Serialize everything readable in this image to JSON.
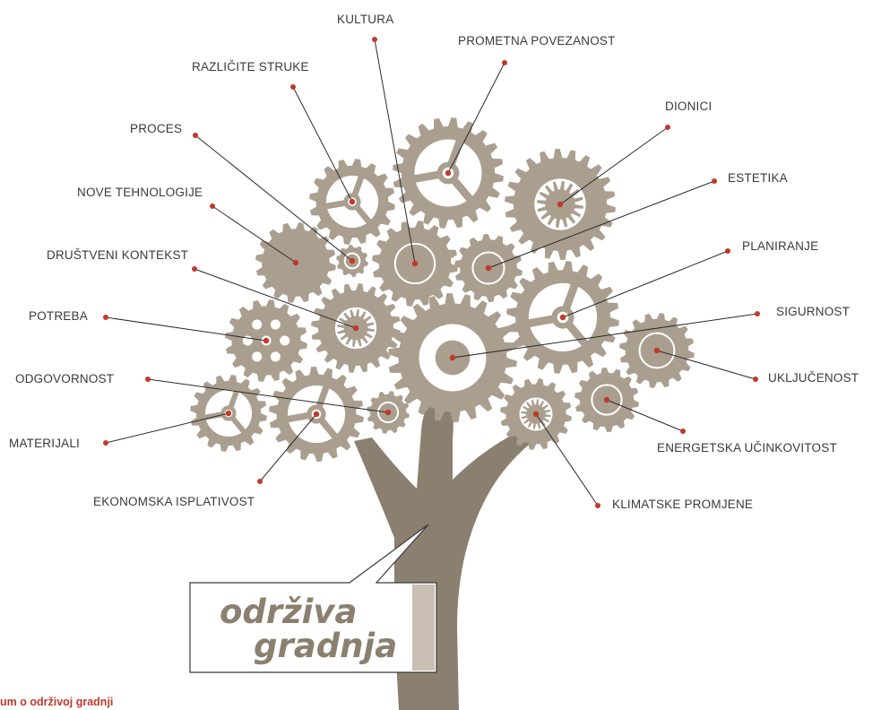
{
  "colors": {
    "gear": "#aa9f8f",
    "gear_light": "#bfb6a9",
    "trunk": "#8b8070",
    "dot": "#c0392b",
    "line": "#2b2b2b",
    "text": "#3a3a3a"
  },
  "labels": {
    "kultura": "KULTURA",
    "prometna_povezanost": "PROMETNA POVEZANOST",
    "razlicite_struke": "RAZLIČITE STRUKE",
    "dionici": "DIONICI",
    "proces": "PROCES",
    "estetika": "ESTETIKA",
    "nove_tehnologije": "NOVE TEHNOLOGIJE",
    "planiranje": "PLANIRANJE",
    "drustveni_kontekst": "DRUŠTVENI KONTEKST",
    "sigurnost": "SIGURNOST",
    "potreba": "POTREBA",
    "ukljucenost": "UKLJUČENOST",
    "odgovornost": "ODGOVORNOST",
    "materijali": "MATERIJALI",
    "energetska_ucinkovitost": "ENERGETSKA UČINKOVITOST",
    "ekonomska_isplativost": "EKONOMSKA ISPLATIVOST",
    "klimatske_promjene": "KLIMATSKE PROMJENE"
  },
  "callout": {
    "line1": "održiva",
    "line2": "gradnja"
  },
  "footer": {
    "caption": "um o održivoj gradnji"
  }
}
